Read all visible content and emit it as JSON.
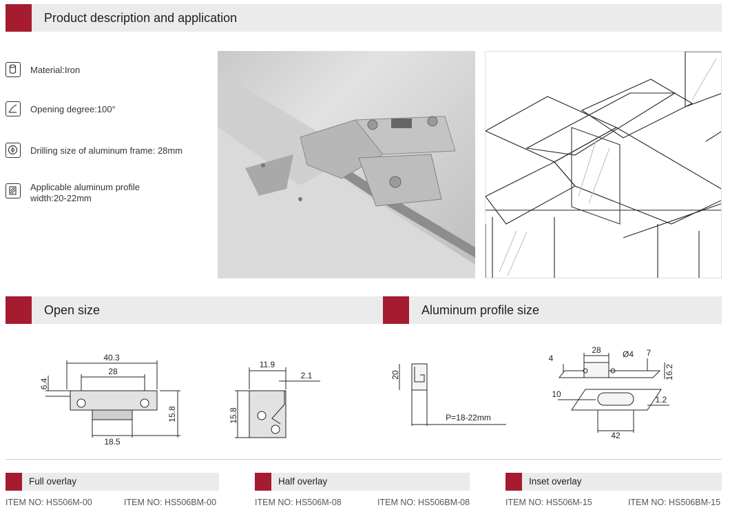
{
  "sections": {
    "product": "Product description and application",
    "open_size": "Open size",
    "profile_size": "Aluminum profile size"
  },
  "features": [
    {
      "icon": "cylinder-icon",
      "label": "Material:Iron"
    },
    {
      "icon": "angle-icon",
      "label": "Opening degree:100°"
    },
    {
      "icon": "drill-icon",
      "label": "Drilling size of aluminum frame: 28mm"
    },
    {
      "icon": "profile-icon",
      "label": "Applicable aluminum profile width:20-22mm"
    }
  ],
  "open_size_diagrams": {
    "front": {
      "width_outer": "40.3",
      "width_inner": "28",
      "height_left": "6.4",
      "height_right": "15.8",
      "base": "18.5"
    },
    "side": {
      "top": "11.9",
      "offset": "2.1",
      "height": "15.8"
    }
  },
  "profile_diagrams": {
    "section": {
      "height": "20",
      "pitch": "P=18-22mm"
    },
    "cup": {
      "width": "28",
      "hole": "Ø4",
      "left": "4",
      "right": "7",
      "height": "16.2",
      "depth": "10",
      "lip": "1.2",
      "length": "42"
    }
  },
  "overlays": [
    {
      "title": "Full overlay",
      "items": [
        "ITEM NO: HS506M-00",
        "ITEM NO: HS506BM-00"
      ]
    },
    {
      "title": "Half overlay",
      "items": [
        "ITEM NO: HS506M-08",
        "ITEM NO: HS506BM-08"
      ]
    },
    {
      "title": "Inset overlay",
      "items": [
        "ITEM NO: HS506M-15",
        "ITEM NO: HS506BM-15"
      ]
    }
  ],
  "colors": {
    "accent": "#a51c30",
    "bar": "#ebebeb"
  }
}
